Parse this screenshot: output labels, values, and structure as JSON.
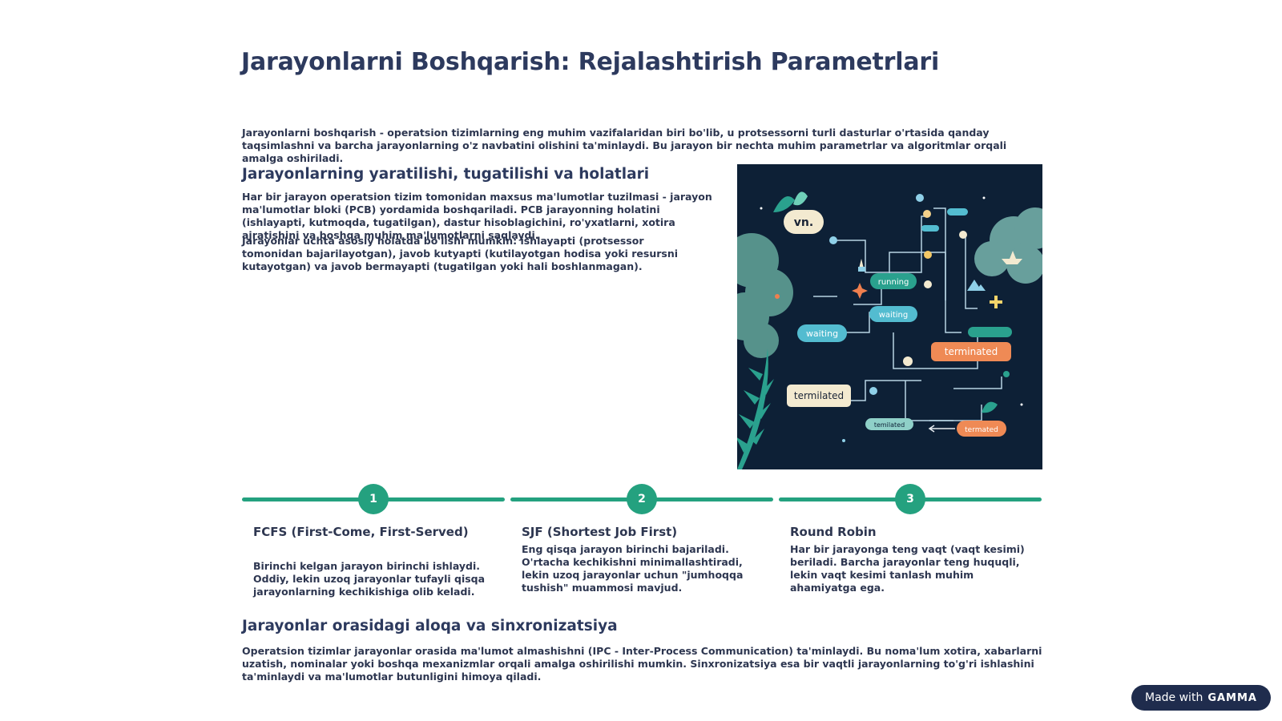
{
  "title": "Jarayonlarni Boshqarish: Rejalashtirish Parametrlari",
  "intro": "Jarayonlarni boshqarish - operatsion tizimlarning eng muhim vazifalaridan biri bo'lib, u protsessorni turli dasturlar o'rtasida qanday taqsimlashni va barcha jarayonlarning o'z navbatini olishini ta'minlaydi. Bu jarayon bir nechta muhim parametrlar va algoritmlar orqali amalga oshiriladi.",
  "section1": {
    "heading": "Jarayonlarning yaratilishi, tugatilishi va holatlari",
    "para1": "Har bir jarayon operatsion tizim tomonidan maxsus ma'lumotlar tuzilmasi - jarayon ma'lumotlar bloki (PCB) yordamida boshqariladi. PCB jarayonning holatini (ishlayapti, kutmoqda, tugatilgan), dastur hisoblagichini, ro'yxatlarni, xotira ajratishini va boshqa muhim ma'lumotlarni saqlaydi.",
    "para2": "Jarayonlar uchta asosiy holatda bo'lishi mumkin: ishlayapti (protsessor tomonidan bajarilayotgan), javob kutyapti (kutilayotgan hodisa yoki resursni kutayotgan) va javob bermayapti (tugatilgan yoki hali boshlanmagan)."
  },
  "illustration": {
    "labels": [
      "vn.",
      "running",
      "waiting",
      "waiting",
      "terminated",
      "termilated",
      "temilated",
      "termated"
    ]
  },
  "steps": [
    {
      "number": "1",
      "title": "FCFS (First-Come, First-Served)",
      "desc": "Birinchi kelgan jarayon birinchi ishlaydi. Oddiy, lekin uzoq jarayonlar tufayli qisqa jarayonlarning kechikishiga olib keladi."
    },
    {
      "number": "2",
      "title": "SJF (Shortest Job First)",
      "desc": "Eng qisqa jarayon birinchi bajariladi. O'rtacha kechikishni minimallashtiradi, lekin uzoq jarayonlar uchun \"jumhoqqa tushish\" muammosi mavjud."
    },
    {
      "number": "3",
      "title": "Round Robin",
      "desc": "Har bir jarayonga teng vaqt (vaqt kesimi) beriladi. Barcha jarayonlar teng huquqli, lekin vaqt kesimi tanlash muhim ahamiyatga ega."
    }
  ],
  "section2": {
    "heading": "Jarayonlar orasidagi aloqa va sinxronizatsiya",
    "para": "Operatsion tizimlar jarayonlar orasida ma'lumot almashishni (IPC - Inter-Process Communication) ta'minlaydi. Bu noma'lum xotira, xabarlarni uzatish, nominalar yoki boshqa mexanizmlar orqali amalga oshirilishi mumkin. Sinxronizatsiya esa bir vaqtli jarayonlarning to'g'ri ishlashini ta'minlaydi va ma'lumotlar butunligini himoya qiladi."
  },
  "badge": {
    "prefix": "Made with",
    "brand": "GAMMA"
  },
  "colors": {
    "accent": "#24a17f",
    "heading": "#2d3a5e",
    "illustration_bg": "#0d2036",
    "badge_bg": "#1f2c4d"
  }
}
